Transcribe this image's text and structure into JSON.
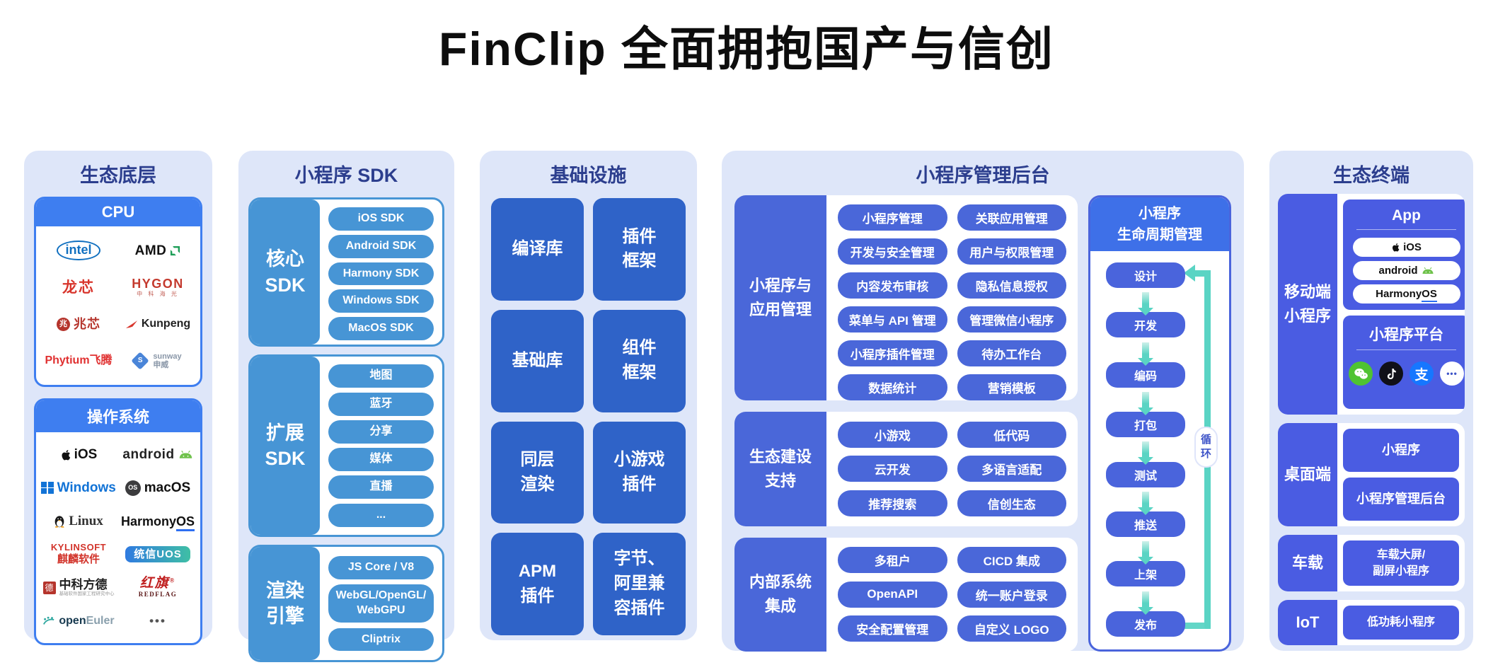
{
  "page": {
    "title": "FinClip 全面拥抱国产与信创"
  },
  "colors": {
    "navy": "#2c3e8e",
    "blue": "#3e7ef0",
    "steel": "#4795d5",
    "royal": "#2f63c8",
    "indigo": "#4a67d9",
    "indigo2": "#4a5ce2",
    "life": "#4a64dc",
    "lifehead": "#3e70e8",
    "teal": "#5ad4c4",
    "colbg": "#dee6f9"
  },
  "base": {
    "title": "生态底层",
    "cpu": {
      "header": "CPU",
      "logos": {
        "intel": "intel",
        "amd": "AMD",
        "loongson": "龙芯",
        "hygon": "HYGON",
        "hygon_sub": "中 科 海 光",
        "zhaoxin_badge": "兆",
        "zhaoxin": "兆芯",
        "kunpeng": "Kunpeng",
        "phytium": "Phytium飞腾",
        "sunway": "sunway",
        "sunway_sub": "申威"
      }
    },
    "os": {
      "header": "操作系统",
      "logos": {
        "ios": "iOS",
        "android": "android",
        "windows": "Windows",
        "mac_badge": "OS",
        "macos": "macOS",
        "linux": "Linux",
        "kylin_top": "KYLINSOFT",
        "kylin_sub": "麒麟软件",
        "uos": "统信UOS",
        "fangde_seal": "德",
        "fangde": "中科方德",
        "fangde_sub": "基础软件国家工程研究中心",
        "redflag": "红旗",
        "redflag_reg": "®",
        "redflag_sub": "REDFLAG",
        "openeuler_open": "open",
        "openeuler_euler": "Euler",
        "dots": "•••"
      }
    }
  },
  "brands": {
    "harmony_pre": "Harmony",
    "harmony_os": "OS"
  },
  "sdk": {
    "title": "小程序 SDK",
    "cards": [
      {
        "label_lines": [
          "核心",
          "SDK"
        ],
        "items": [
          "iOS SDK",
          "Android SDK",
          "Harmony SDK",
          "Windows SDK",
          "MacOS SDK"
        ]
      },
      {
        "label_lines": [
          "扩展",
          "SDK"
        ],
        "items": [
          "地图",
          "蓝牙",
          "分享",
          "媒体",
          "直播",
          "..."
        ]
      },
      {
        "label_lines": [
          "渲染",
          "引擎"
        ],
        "items": [
          "JS Core / V8",
          [
            "WebGL/OpenGL/",
            "WebGPU"
          ],
          "Cliptrix"
        ]
      }
    ]
  },
  "infra": {
    "title": "基础设施",
    "tiles": [
      [
        "编译库"
      ],
      [
        "插件",
        "框架"
      ],
      [
        "基础库"
      ],
      [
        "组件",
        "框架"
      ],
      [
        "同层",
        "渲染"
      ],
      [
        "小游戏",
        "插件"
      ],
      [
        "APM",
        "插件"
      ],
      [
        "字节、",
        "阿里兼",
        "容插件"
      ]
    ]
  },
  "admin": {
    "title": "小程序管理后台",
    "groups": [
      {
        "label_lines": [
          "小程序与",
          "应用管理"
        ],
        "pills": [
          "小程序管理",
          "关联应用管理",
          "开发与安全管理",
          "用户与权限管理",
          "内容发布审核",
          "隐私信息授权",
          "菜单与 API 管理",
          "管理微信小程序",
          "小程序插件管理",
          "待办工作台",
          "数据统计",
          "营销模板"
        ]
      },
      {
        "label_lines": [
          "生态建设",
          "支持"
        ],
        "pills": [
          "小游戏",
          "低代码",
          "云开发",
          "多语言适配",
          "推荐搜索",
          "信创生态"
        ]
      },
      {
        "label_lines": [
          "内部系统",
          "集成"
        ],
        "pills": [
          "多租户",
          "CICD 集成",
          "OpenAPI",
          "统一账户登录",
          "安全配置管理",
          "自定义 LOGO"
        ]
      }
    ],
    "lifecycle": {
      "header_lines": [
        "小程序",
        "生命周期管理"
      ],
      "steps": [
        "设计",
        "开发",
        "编码",
        "打包",
        "测试",
        "推送",
        "上架",
        "发布"
      ],
      "loop_label": "循环"
    }
  },
  "terminal": {
    "title": "生态终端",
    "rows": [
      {
        "label_lines": [
          "移动端",
          "小程序"
        ],
        "app_box": {
          "title": "App",
          "ios": "iOS",
          "android": "android"
        },
        "platform_box": {
          "title": "小程序平台",
          "alipay": "支",
          "more": "•••"
        }
      },
      {
        "label": "桌面端",
        "boxes": [
          "小程序",
          "小程序管理后台"
        ]
      },
      {
        "label": "车载",
        "box_lines": [
          "车载大屏/",
          "副屏小程序"
        ]
      },
      {
        "label": "IoT",
        "box": "低功耗小程序"
      }
    ]
  }
}
